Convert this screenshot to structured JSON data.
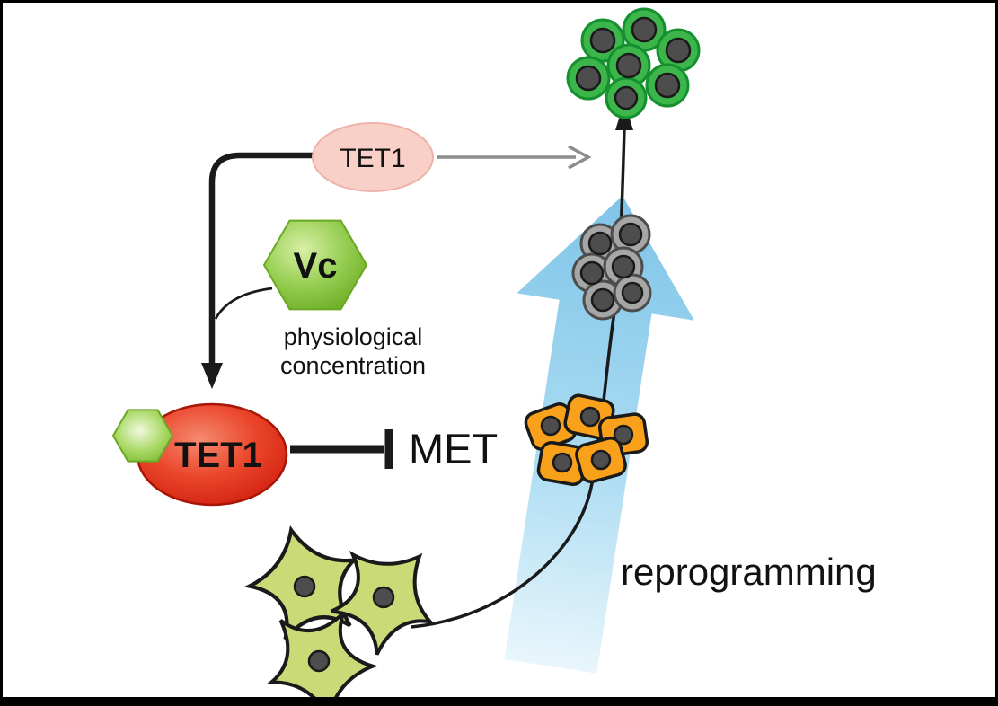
{
  "figure": {
    "labels": {
      "tet1_free": "TET1",
      "vc": "Vc",
      "physiological_line1": "physiological",
      "physiological_line2": "concentration",
      "tet1_bound": "TET1",
      "met": "MET",
      "reprogramming": "reprogramming"
    },
    "colors": {
      "pink_ellipse": "#f8d0c8",
      "red_ellipse_main": "#e03123",
      "vc_green": "#8dc63f",
      "blue_arrow": "#a5d8f0",
      "green_cell": "#3cb54a",
      "gray_cell": "#a6a6a6",
      "orange_cell": "#f9a11b",
      "fibroblast_cell": "#c9da77",
      "nucleus": "#4d4d4d"
    }
  }
}
